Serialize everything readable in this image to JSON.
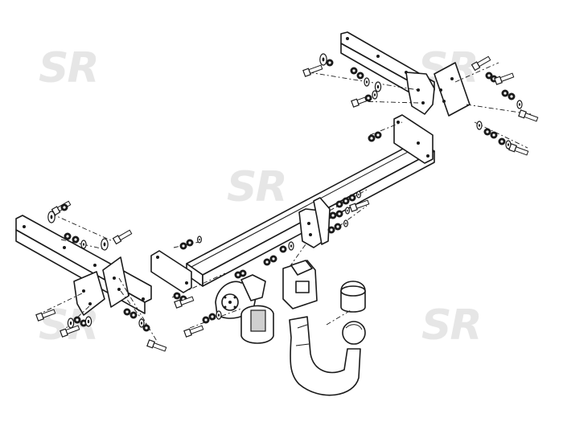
{
  "watermarks": [
    "SR",
    "SR",
    "SR",
    "SR",
    "SR"
  ],
  "colors": {
    "line": "#1a1a1a",
    "watermark": "#e6e6e6",
    "background": "#ffffff"
  }
}
